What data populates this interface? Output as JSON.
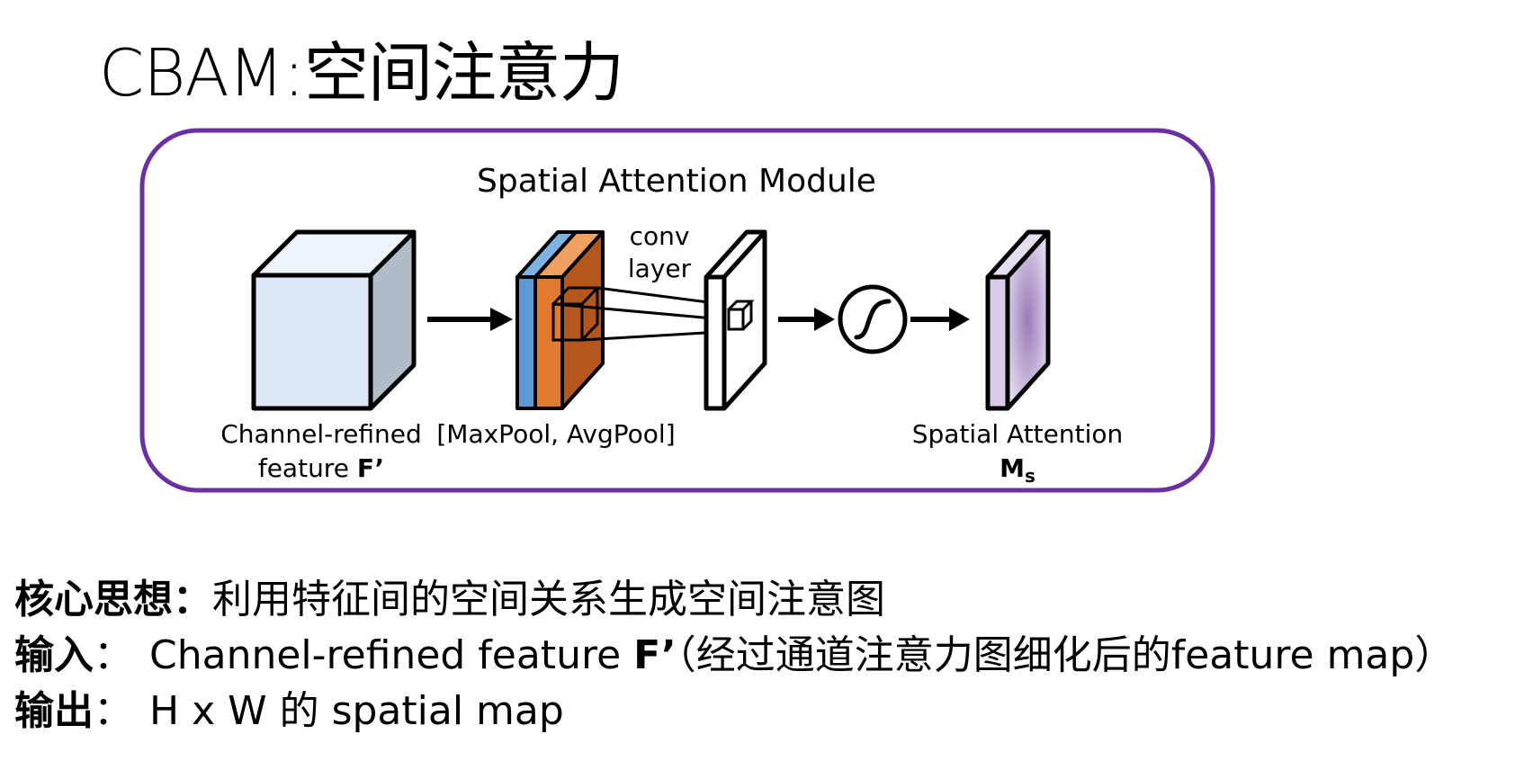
{
  "title": "CBAM:空间注意力",
  "diagram": {
    "module_title": "Spatial Attention Module",
    "input_label_line1": "Channel-refined",
    "input_label_line2_prefix": "feature ",
    "input_label_symbol": "F’",
    "pool_label": "[MaxPool, AvgPool]",
    "conv_label_line1": "conv",
    "conv_label_line2": "layer",
    "output_label_line1": "Spatial Attention",
    "output_symbol_main": "M",
    "output_symbol_sub": "s",
    "colors": {
      "frame": "#6a2fa0",
      "input_front": "#dce8f5",
      "input_side": "#b0bcc8",
      "maxpool": "#5b9bd5",
      "avgpool": "#e07a2e",
      "avgpool_side": "#b5561c",
      "output_front": "#d8cce8",
      "output_side": "#a896b8"
    }
  },
  "bullets": [
    {
      "key": "核心思想：",
      "sep": "",
      "text": "利用特征间的空间关系生成空间注意图"
    },
    {
      "key": "输入",
      "sep": "：",
      "text_before": "Channel-refined feature ",
      "bold": "F’",
      "text_after": "（经过通道注意力图细化后的feature map）"
    },
    {
      "key": "输出",
      "sep": "：",
      "text": "H x W 的 spatial map"
    }
  ]
}
